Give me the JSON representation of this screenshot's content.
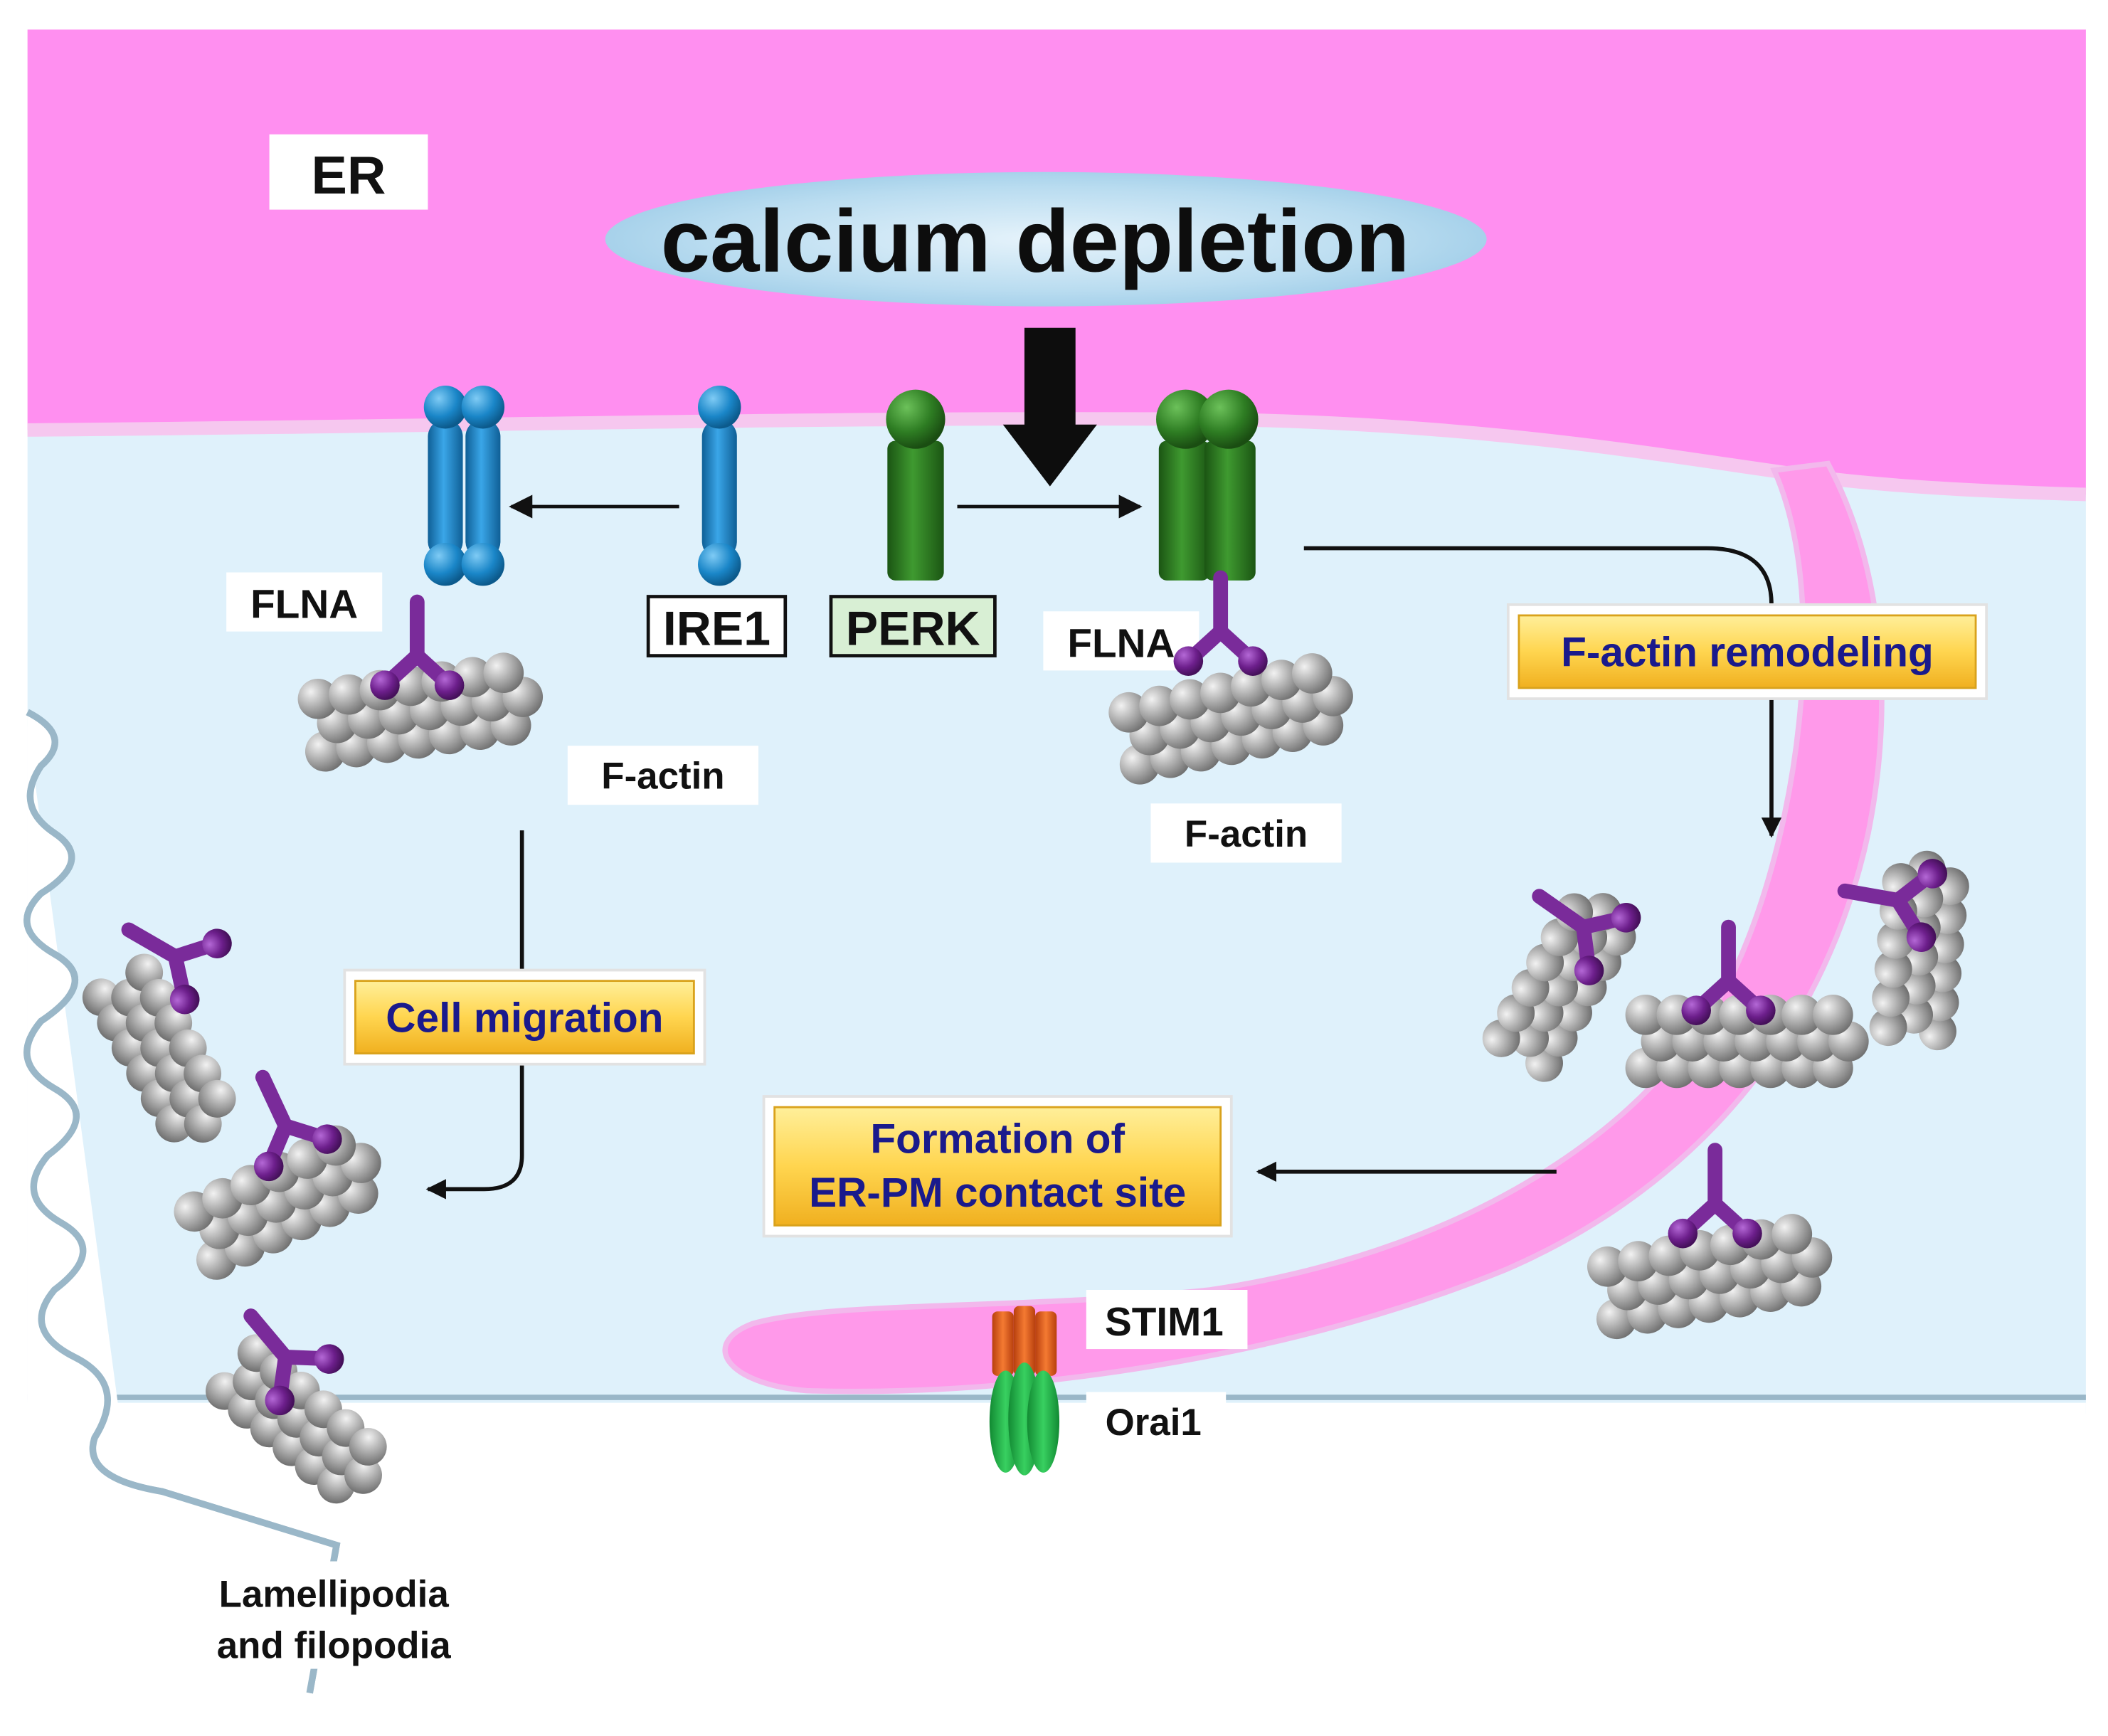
{
  "labels": {
    "er": "ER",
    "calcium_depletion": "calcium depletion",
    "flna_left": "FLNA",
    "ire1": "IRE1",
    "perk": "PERK",
    "flna_right": "FLNA",
    "f_actin_left": "F-actin",
    "f_actin_right": "F-actin",
    "f_actin_remodeling": "F-actin remodeling",
    "cell_migration": "Cell migration",
    "formation_line1": "Formation of",
    "formation_line2": "ER-PM contact site",
    "stim1": "STIM1",
    "orai1": "Orai1",
    "lamellipodia_line1": "Lamellipodia",
    "lamellipodia_line2": "and filopodia"
  },
  "colors": {
    "er_membrane": "#ff8ff0",
    "cytosol": "#dff1fb",
    "ire1": "#1a86c8",
    "perk": "#2e7d23",
    "flna": "#7a2b9a",
    "actin": "#a7a7a7",
    "stim1": "#e8641e",
    "orai1": "#22b34a",
    "label_box": "#ffd54f",
    "label_text_blue": "#1a1a8c"
  }
}
